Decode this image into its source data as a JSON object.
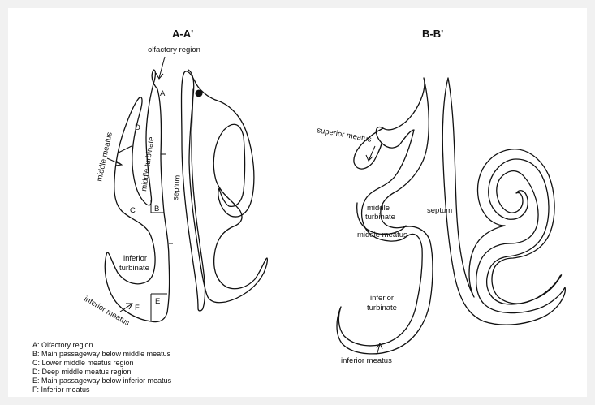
{
  "panel_a": {
    "title": "A-A'",
    "labels": {
      "olfactory_region": "olfactory region",
      "A": "A",
      "B": "B",
      "C": "C",
      "D": "D",
      "E": "E",
      "F": "F",
      "middle_meatus": "middle meatus",
      "middle_turbinate": "middle turbinate",
      "septum": "septum",
      "inferior_turbinate_line1": "inferior",
      "inferior_turbinate_line2": "turbinate",
      "inferior_meatus": "inferior meatus"
    }
  },
  "panel_b": {
    "title": "B-B'",
    "labels": {
      "superior_meatus": "superior meatus",
      "middle_turbinate_line1": "middle",
      "middle_turbinate_line2": "turbinate",
      "middle_meatus": "middle meatus",
      "septum": "septum",
      "inferior_turbinate_line1": "inferior",
      "inferior_turbinate_line2": "turbinate",
      "inferior_meatus": "inferior meatus"
    }
  },
  "legend": [
    "A: Olfactory region",
    "B: Main passageway below middle meatus",
    "C: Lower middle meatus region",
    "D: Deep middle meatus region",
    "E: Main passageway below inferior meatus",
    "F: Inferior meatus"
  ]
}
